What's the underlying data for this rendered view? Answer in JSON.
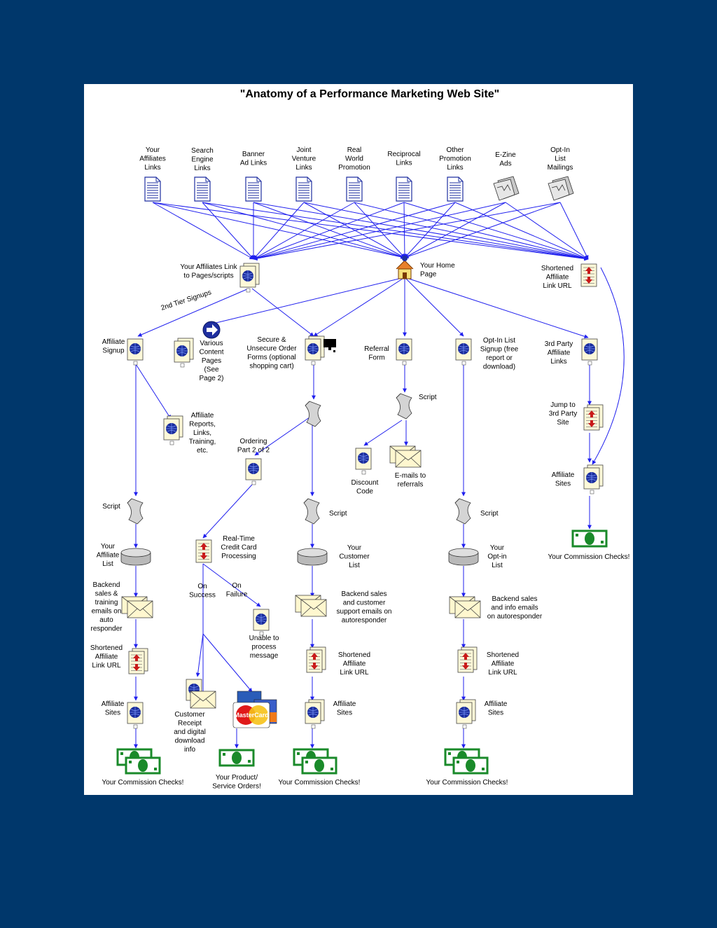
{
  "title": "\"Anatomy of a Performance Marketing Web Site\"",
  "sources": [
    {
      "id": "your-affiliates-links",
      "label": [
        "Your",
        "Affiliates",
        "Links"
      ]
    },
    {
      "id": "search-engine-links",
      "label": [
        "Search",
        "Engine",
        "Links"
      ]
    },
    {
      "id": "banner-ad-links",
      "label": [
        "Banner",
        "Ad Links"
      ]
    },
    {
      "id": "joint-venture-links",
      "label": [
        "Joint",
        "Venture",
        "Links"
      ]
    },
    {
      "id": "real-world-promotion",
      "label": [
        "Real",
        "World",
        "Promotion"
      ]
    },
    {
      "id": "reciprocal-links",
      "label": [
        "Reciprocal",
        "Links"
      ]
    },
    {
      "id": "other-promotion-links",
      "label": [
        "Other",
        "Promotion",
        "Links"
      ]
    },
    {
      "id": "ezine-ads",
      "label": [
        "E-Zine",
        "Ads"
      ]
    },
    {
      "id": "optin-list-mailings",
      "label": [
        "Opt-In",
        "List",
        "Mailings"
      ]
    }
  ],
  "hubs": [
    {
      "id": "affiliates-link-pages",
      "label": [
        "Your Affiliates Link",
        "to Pages/scripts"
      ]
    },
    {
      "id": "home-page",
      "label": [
        "Your Home",
        "Page"
      ]
    },
    {
      "id": "shortened-affiliate-link-top",
      "label": [
        "Shortened",
        "Affiliate",
        "Link URL"
      ]
    }
  ],
  "second_tier_label": "2nd Tier Signups",
  "nodes": {
    "affiliate-signup": [
      "Affiliate",
      "Signup"
    ],
    "various-content": [
      "Various",
      "Content",
      "Pages",
      "(See",
      "Page 2)"
    ],
    "order-forms": [
      "Secure &",
      "Unsecure Order",
      "Forms (optional",
      "shopping cart)"
    ],
    "referral-form": [
      "Referral",
      "Form"
    ],
    "optin-signup": [
      "Opt-In List",
      "Signup (free",
      "report or",
      "download)"
    ],
    "third-party-links": [
      "3rd Party",
      "Affiliate",
      "Links"
    ],
    "affiliate-reports": [
      "Affiliate",
      "Reports,",
      "Links,",
      "Training,",
      "etc."
    ],
    "ordering-part2": [
      "Ordering",
      "Part 2 of 2"
    ],
    "referral-script": [
      "Script"
    ],
    "discount-code": [
      "Discount",
      "Code"
    ],
    "emails-to-referrals": [
      "E-mails to",
      "referrals"
    ],
    "jump-third-party": [
      "Jump to",
      "3rd Party",
      "Site"
    ],
    "third-party-sites": [
      "Affiliate",
      "Sites"
    ],
    "third-party-checks": [
      "Your Commission Checks!"
    ],
    "col1-script": [
      "Script"
    ],
    "col1-list": [
      "Your",
      "Affiliate",
      "List"
    ],
    "col1-backend": [
      "Backend",
      "sales  &",
      "training",
      "emails on",
      "auto",
      "responder"
    ],
    "col1-short": [
      "Shortened",
      "Affiliate",
      "Link URL"
    ],
    "col1-sites": [
      "Affiliate",
      "Sites"
    ],
    "col1-checks": [
      "Your Commission Checks!"
    ],
    "credit-card": [
      "Real-Time",
      "Credit Card",
      "Processing"
    ],
    "on-success": [
      "On",
      "Success"
    ],
    "on-failure": [
      "On",
      "Failure"
    ],
    "unable-to-process": [
      "Unable to",
      "process",
      "message"
    ],
    "customer-receipt": [
      "Customer",
      "Receipt",
      "and digital",
      "download",
      "info"
    ],
    "product-orders": [
      "Your Product/",
      "Service Orders!"
    ],
    "col3-script": [
      "Script"
    ],
    "col3-list": [
      "Your",
      "Customer",
      "List"
    ],
    "col3-backend": [
      "Backend sales",
      "and customer",
      "support emails on",
      "autoresponder"
    ],
    "col3-short": [
      "Shortened",
      "Affiliate",
      "Link URL"
    ],
    "col3-sites": [
      "Affiliate",
      "Sites"
    ],
    "col3-checks": [
      "Your Commission Checks!"
    ],
    "col4-script": [
      "Script"
    ],
    "col4-list": [
      "Your",
      "Opt-in",
      "List"
    ],
    "col4-backend": [
      "Backend sales",
      "and info emails",
      "on autoresponder"
    ],
    "col4-short": [
      "Shortened",
      "Affiliate",
      "Link URL"
    ],
    "col4-sites": [
      "Affiliate",
      "Sites"
    ],
    "col4-checks": [
      "Your Commission Checks!"
    ]
  },
  "card_text": "MasterCard",
  "colors": {
    "background": "#00376b",
    "panel": "#ffffff",
    "edge": "#2020ee",
    "globe": "#1a2c9c",
    "money": "#1a8a2a"
  }
}
